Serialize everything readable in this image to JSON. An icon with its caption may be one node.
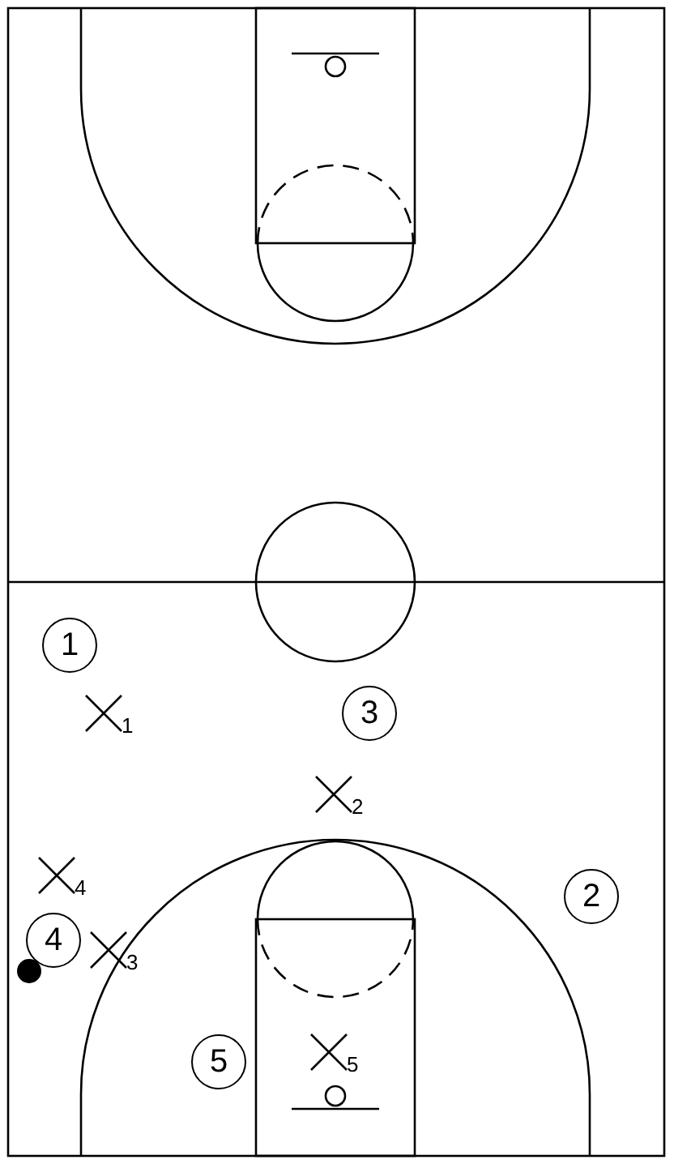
{
  "diagram": {
    "nodes": [
      {
        "text": [
          "1"
        ]
      },
      {
        "text": [
          "3"
        ]
      },
      {
        "text": [
          "2"
        ]
      },
      {
        "text": [
          "4"
        ]
      },
      {
        "text": [
          "5"
        ]
      }
    ],
    "labels": [
      "1",
      "2",
      "4",
      "3",
      "5"
    ]
  }
}
